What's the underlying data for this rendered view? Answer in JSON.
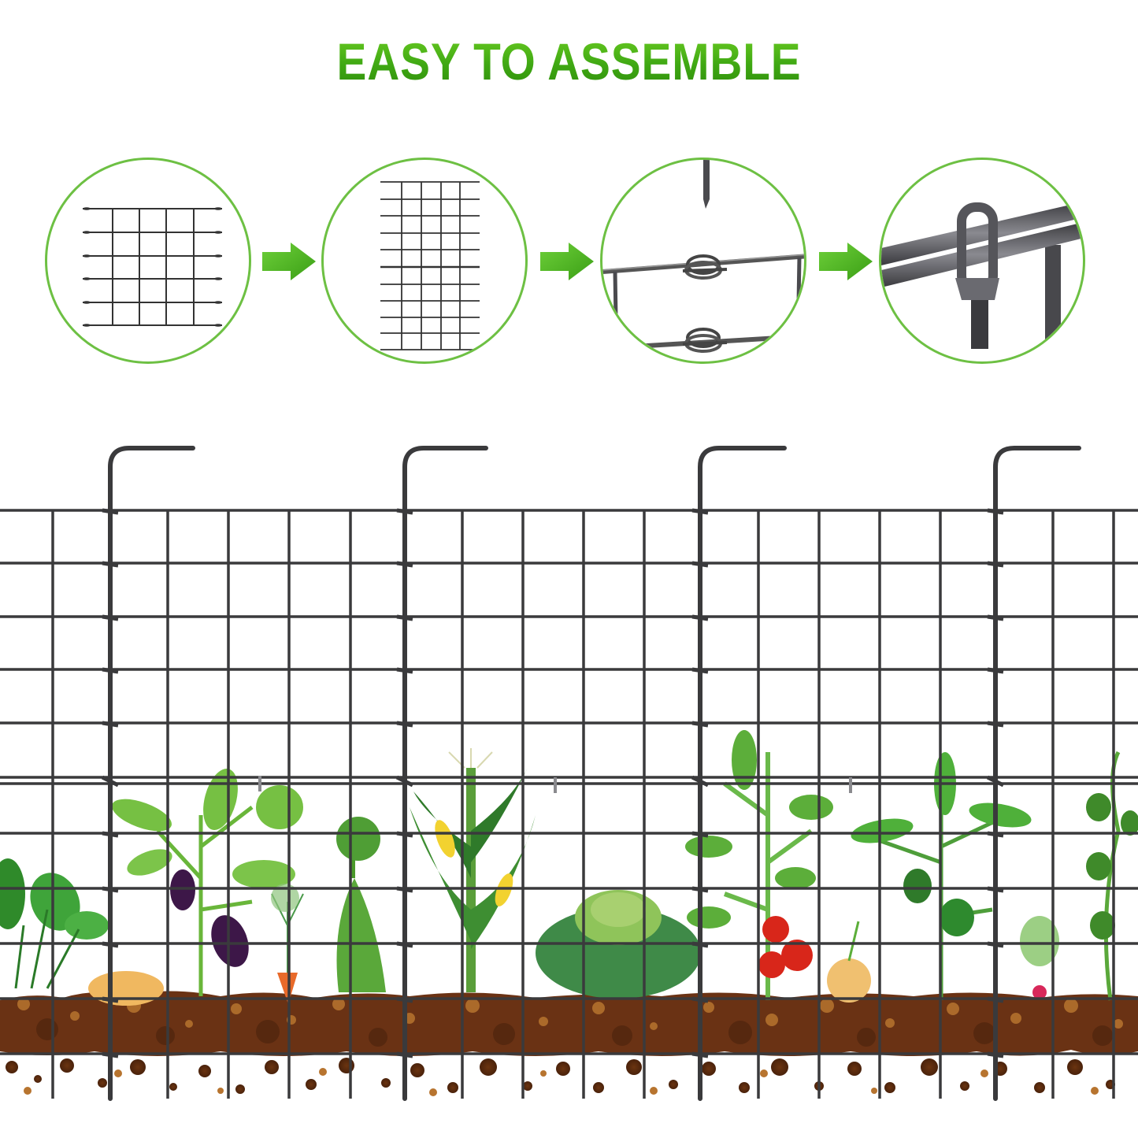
{
  "header": {
    "title": "EASY TO ASSEMBLE"
  },
  "colors": {
    "title_green_light": "#6fd024",
    "title_green_dark": "#2e8c0b",
    "circle_border": "#6dc043",
    "arrow_green": "#4cb51d",
    "wire": "#3a3a3c",
    "soil_dark": "#5a2a12",
    "soil_mid": "#7a3c17",
    "soil_light_dot": "#b9742f",
    "background": "#ffffff"
  },
  "steps": [
    {
      "index": 1,
      "name": "single-fence-panel",
      "description": "Single wire mesh panel with hook ends"
    },
    {
      "index": 2,
      "name": "stacked-panels",
      "description": "Two panels stacked vertically"
    },
    {
      "index": 3,
      "name": "hook-loop-connection",
      "description": "Wire loops hooked together with stake"
    },
    {
      "index": 4,
      "name": "zip-tie-clip",
      "description": "Plastic clip securing two rails"
    }
  ],
  "arrows": [
    {
      "from": 1,
      "to": 2
    },
    {
      "from": 2,
      "to": 3
    },
    {
      "from": 3,
      "to": 4
    }
  ],
  "scene": {
    "fence_posts": 4,
    "plants": [
      "spinach",
      "potato",
      "eggplant",
      "carrot",
      "celery",
      "corn",
      "cabbage",
      "tomato",
      "onion",
      "pepper",
      "radish",
      "pea"
    ]
  }
}
